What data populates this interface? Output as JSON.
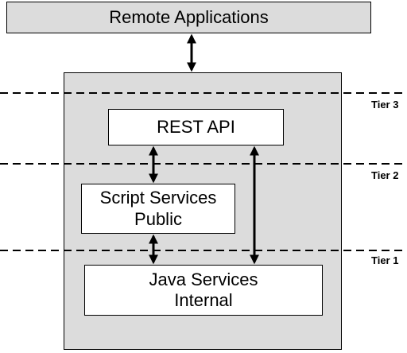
{
  "diagram": {
    "remote_applications": "Remote Applications",
    "rest_api": "REST API",
    "script_services": {
      "line1": "Script Services",
      "line2": "Public"
    },
    "java_services": {
      "line1": "Java Services",
      "line2": "Internal"
    },
    "tiers": {
      "tier3": "Tier 3",
      "tier2": "Tier 2",
      "tier1": "Tier 1"
    }
  }
}
